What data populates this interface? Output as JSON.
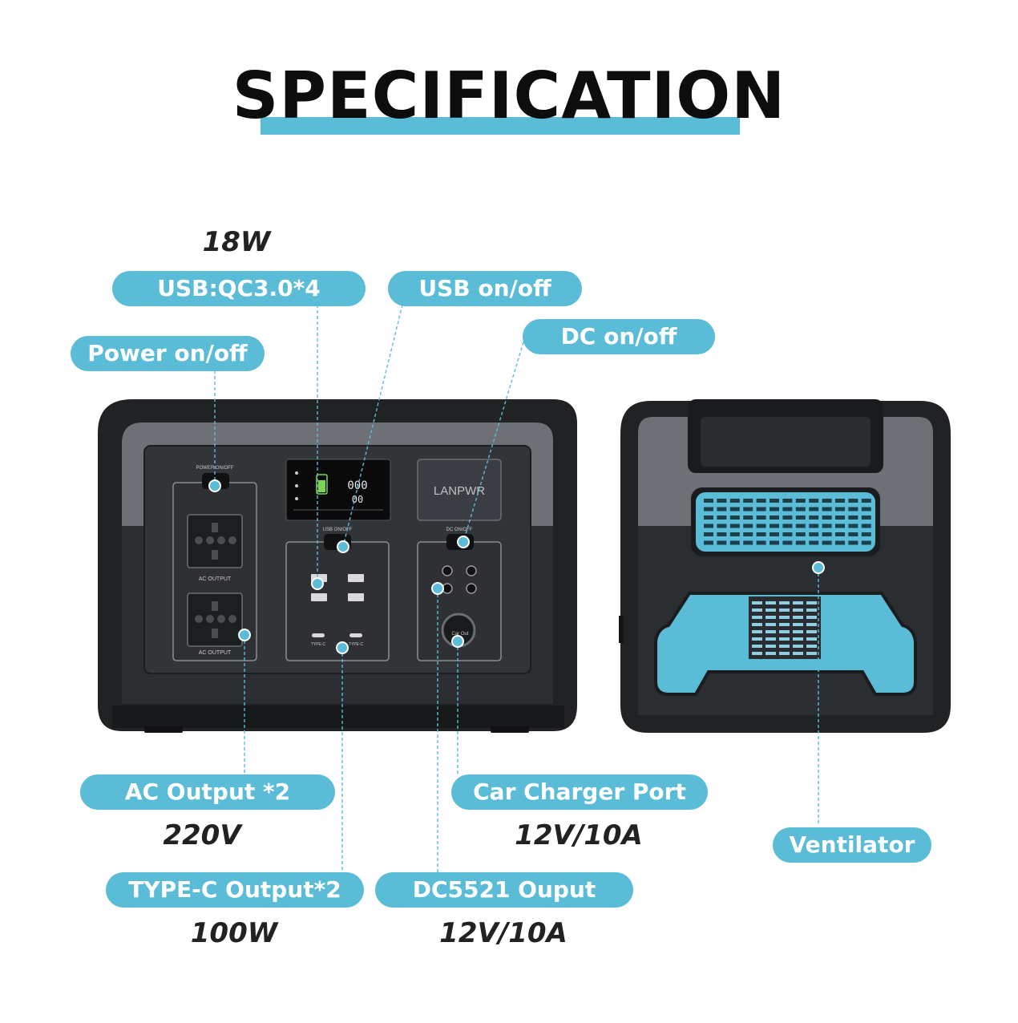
{
  "title": "SPECIFICATION",
  "labels": {
    "usb": "USB:QC3.0*4",
    "usb_onoff": "USB on/off",
    "power_onoff": "Power on/off",
    "dc_onoff": "DC on/off",
    "ac_output": "AC Output *2",
    "car_charger": "Car Charger Port",
    "ventilator": "Ventilator",
    "typec_output": "TYPE-C Output*2",
    "dc5521": "DC5521 Ouput"
  },
  "specs": {
    "usb_power": "18W",
    "ac_voltage": "220V",
    "car_rating": "12V/10A",
    "typec_power": "100W",
    "dc5521_rating": "12V/10A"
  },
  "device_text": {
    "brand": "LANPWR",
    "power_switch": "POWER ON/OFF",
    "ac_output_1": "AC OUTPUT",
    "ac_output_2": "AC OUTPUT",
    "usb_switch": "USB ON/OFF",
    "dc_switch": "DC ON/OFF",
    "typec_1": "TYPE-C",
    "typec_2": "TYPE-C",
    "car_out": "Car Out"
  },
  "colors": {
    "accent": "#5bbcd8",
    "body_dark": "#1f2123",
    "body_mid": "#2e3033",
    "body_grey": "#6e7276",
    "title_text": "#0d0d0d"
  }
}
